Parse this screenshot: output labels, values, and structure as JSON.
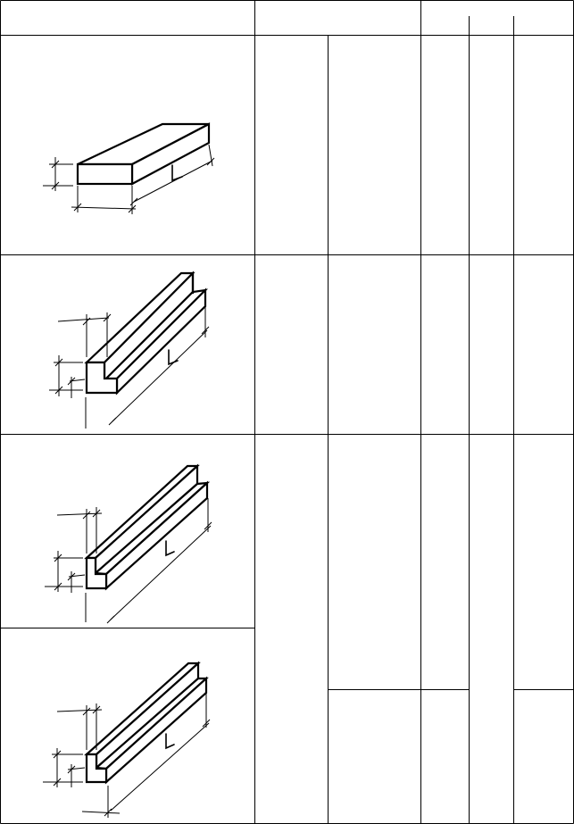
{
  "table": {
    "header": {
      "col_1": "",
      "col_2": "",
      "col_3": "",
      "col_3_subcolumns": [
        "",
        "",
        ""
      ]
    },
    "rows": [
      {
        "figure": "rectangular-beam-drawing",
        "length_mark": "L",
        "c2": "",
        "c3": "",
        "c4": "",
        "c5": "",
        "c6": ""
      },
      {
        "figure": "l-profile-beam-drawing",
        "length_mark": "L",
        "c2": "",
        "c3": "",
        "c4": "",
        "c5": "",
        "c6": ""
      },
      {
        "figure": "l-profile-beam-drawing",
        "length_mark": "L",
        "c2": "",
        "c3": "",
        "c4": "",
        "c5": "",
        "c6": ""
      },
      {
        "figure": "l-profile-beam-drawing",
        "length_mark": "L",
        "c2": "",
        "c3": "",
        "c4": "",
        "c5": "",
        "c6": ""
      }
    ]
  }
}
